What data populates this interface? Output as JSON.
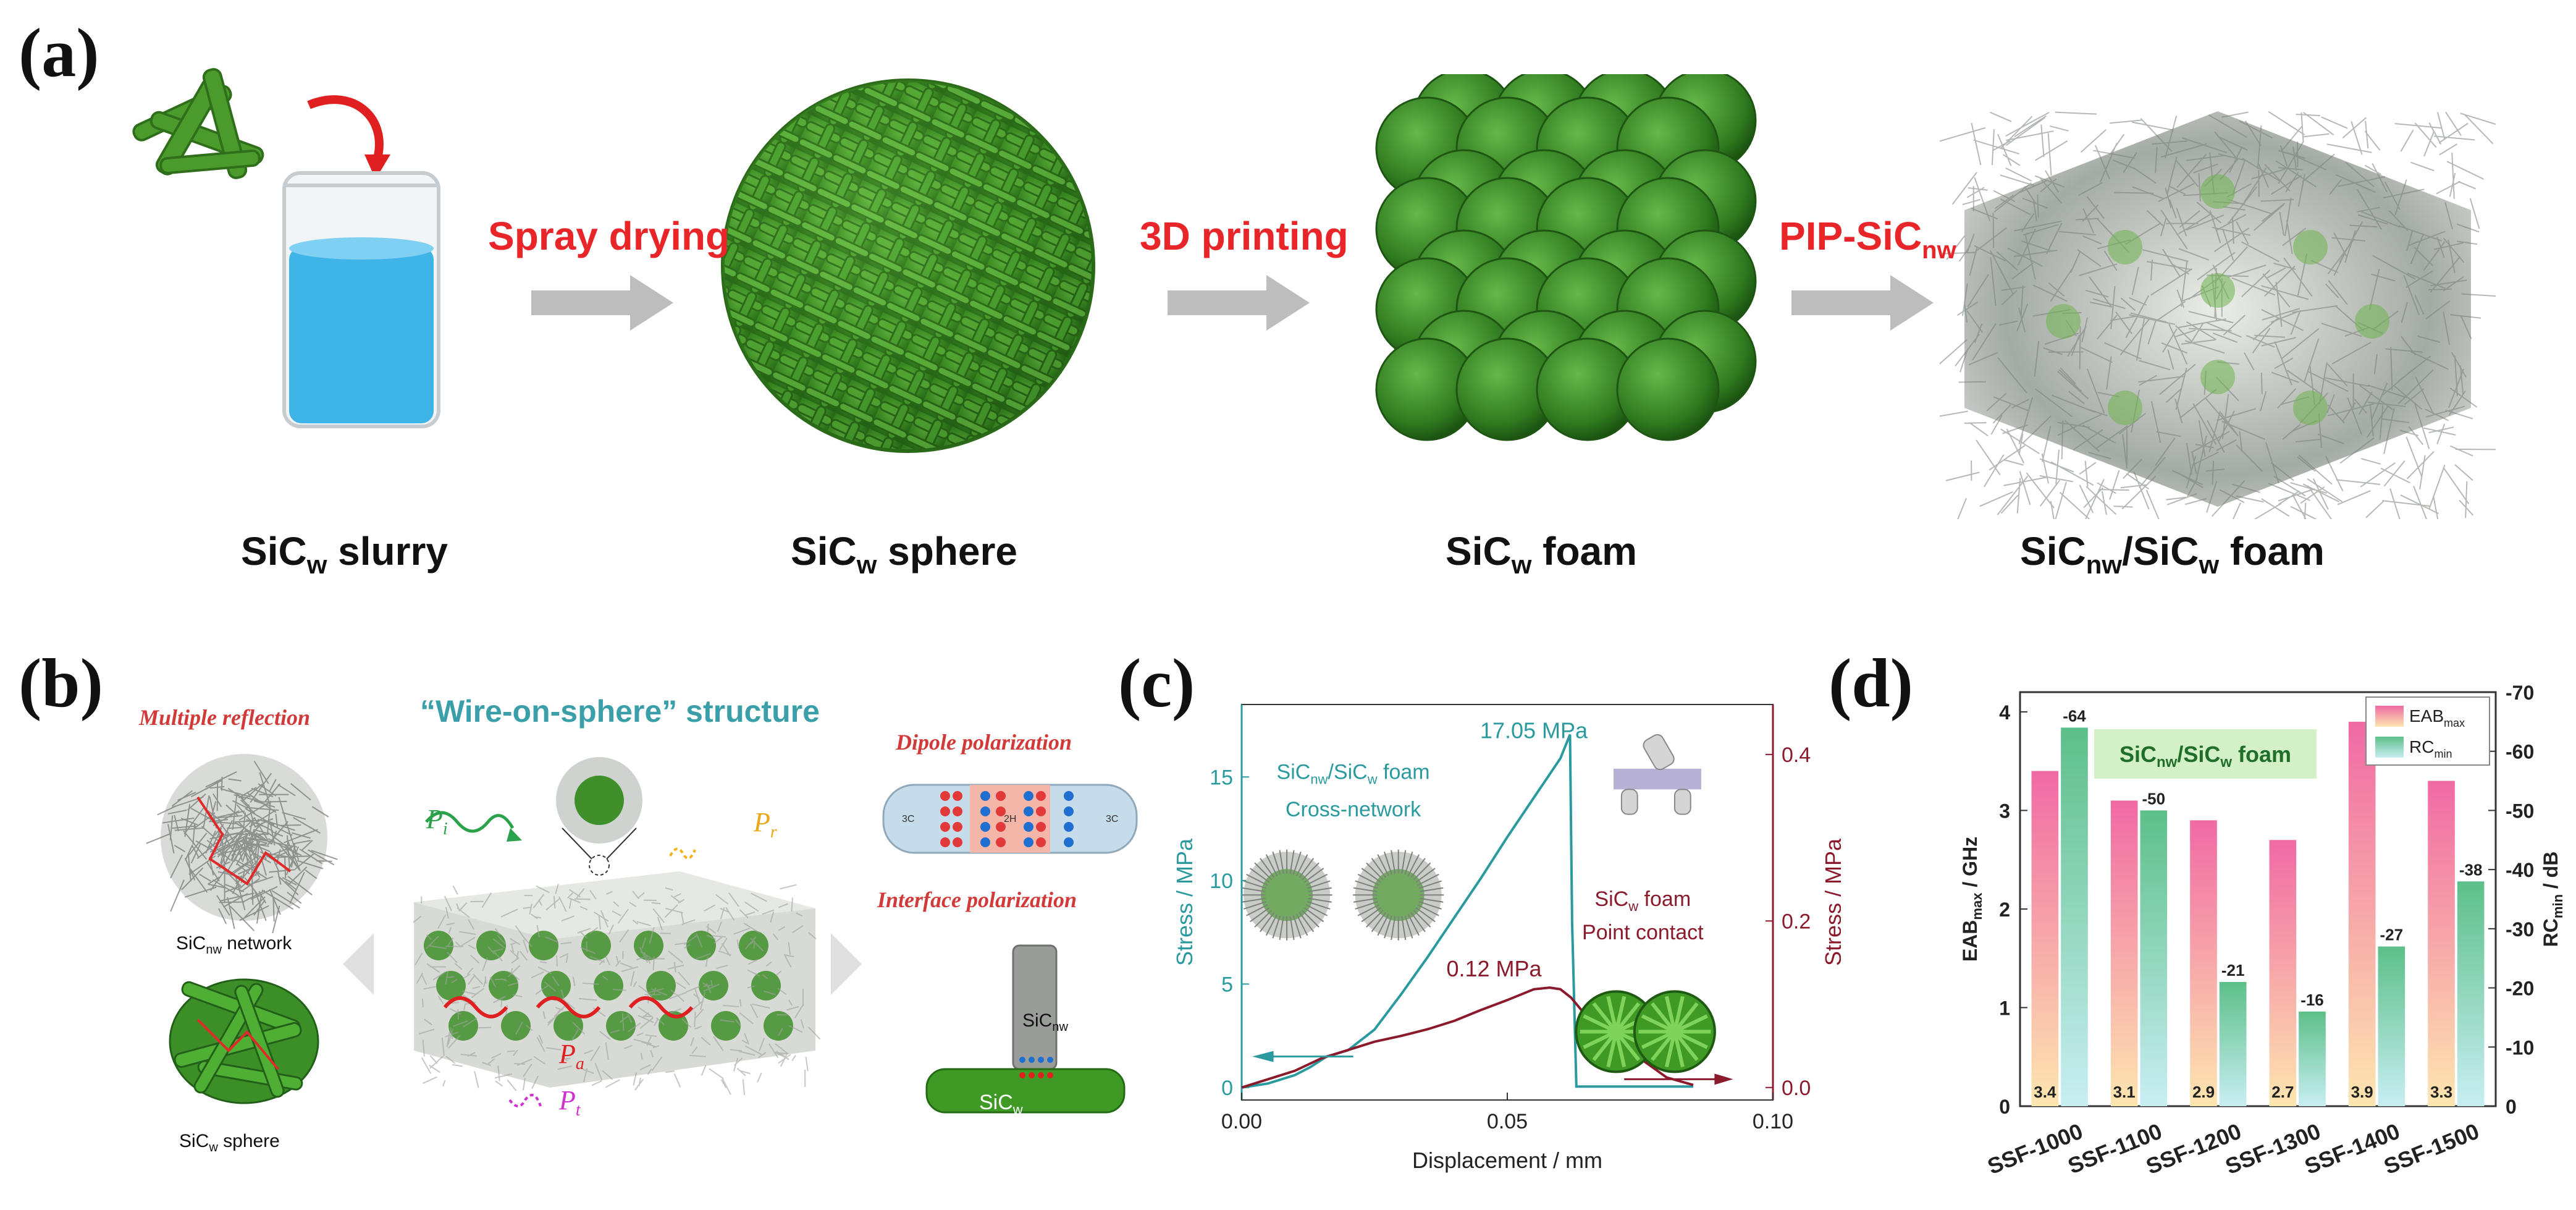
{
  "panel_a": {
    "label": "(a)",
    "steps": [
      "Spray drying",
      "3D printing",
      "PIP-SiC",
      "nw"
    ],
    "captions": [
      {
        "main": "SiC",
        "sub": "w",
        "tail": " slurry"
      },
      {
        "main": "SiC",
        "sub": "w",
        "tail": " sphere"
      },
      {
        "main": "SiC",
        "sub": "w",
        "tail": " foam"
      },
      {
        "main": "SiC",
        "sub": "nw",
        "mid": "/SiC",
        "sub2": "w",
        "tail": " foam"
      }
    ]
  },
  "panel_b": {
    "label": "(b)",
    "title": "“Wire-on-sphere” structure",
    "multiple_reflection": "Multiple reflection",
    "dipole_polarization": "Dipole polarization",
    "interface_polarization": "Interface polarization",
    "network_caption": {
      "main": "SiC",
      "sub": "nw",
      "tail": " network"
    },
    "sphere_caption": {
      "main": "SiC",
      "sub": "w",
      "tail": " sphere"
    },
    "pi": "P",
    "pi_sub": "i",
    "pr": "P",
    "pr_sub": "r",
    "pa": "P",
    "pa_sub": "a",
    "pt": "P",
    "pt_sub": "t",
    "sicnw": {
      "main": "SiC",
      "sub": "nw"
    },
    "sicw": {
      "main": "SiC",
      "sub": "w"
    },
    "band_labels": [
      "3C",
      "2H",
      "3C"
    ]
  },
  "panel_c": {
    "label": "(c)",
    "chart_data": {
      "type": "line",
      "xlabel": "Displacement / mm",
      "ylabel_left": "Stress / MPa",
      "ylabel_right": "Stress / MPa",
      "xlim": [
        0.0,
        0.1
      ],
      "ylim_left": [
        -0.6,
        18.5
      ],
      "ylim_right": [
        -0.015,
        0.46
      ],
      "x_ticks": [
        "0.00",
        "0.05",
        "0.10"
      ],
      "y_ticks_left": [
        "0",
        "5",
        "10",
        "15"
      ],
      "y_ticks_right": [
        "0.0",
        "0.2",
        "0.4"
      ],
      "series": [
        {
          "name": "SiCnw/SiCw foam",
          "axis": "left",
          "color": "#2a9a9e",
          "x": [
            0.0,
            0.005,
            0.01,
            0.013,
            0.016,
            0.02,
            0.025,
            0.03,
            0.035,
            0.04,
            0.045,
            0.05,
            0.055,
            0.06,
            0.0618,
            0.0622,
            0.063,
            0.07,
            0.08,
            0.085
          ],
          "y": [
            0.0,
            0.2,
            0.6,
            1.0,
            1.5,
            1.8,
            2.8,
            4.5,
            6.3,
            8.2,
            10.1,
            12.1,
            14.0,
            15.9,
            17.05,
            8.0,
            0.05,
            0.05,
            0.05,
            0.05
          ]
        },
        {
          "name": "SiCw foam",
          "axis": "right",
          "color": "#8a1a2c",
          "x": [
            0.0,
            0.005,
            0.01,
            0.015,
            0.02,
            0.025,
            0.03,
            0.035,
            0.04,
            0.045,
            0.05,
            0.055,
            0.058,
            0.06,
            0.062,
            0.065,
            0.07,
            0.075,
            0.08,
            0.085
          ],
          "y": [
            0.0,
            0.01,
            0.02,
            0.035,
            0.045,
            0.055,
            0.062,
            0.07,
            0.08,
            0.093,
            0.105,
            0.118,
            0.12,
            0.118,
            0.108,
            0.085,
            0.06,
            0.035,
            0.012,
            0.003
          ]
        }
      ],
      "annotations": {
        "peak_blue": "17.05 MPa",
        "peak_red": "0.12 MPa",
        "blue_name_1": "SiC",
        "blue_name_sub1": "nw",
        "blue_name_2": "/SiC",
        "blue_name_sub2": "w",
        "blue_name_3": " foam",
        "blue_desc": "Cross-network",
        "red_name_1": "SiC",
        "red_name_sub": "w",
        "red_name_2": " foam",
        "red_desc": "Point contact"
      }
    }
  },
  "panel_d": {
    "label": "(d)",
    "chart_data": {
      "type": "bar",
      "title_box": {
        "main": "SiC",
        "sub": "nw",
        "mid": "/SiC",
        "sub2": "w",
        "tail": " foam"
      },
      "categories": [
        "SSF-1000",
        "SSF-1100",
        "SSF-1200",
        "SSF-1300",
        "SSF-1400",
        "SSF-1500"
      ],
      "ylabel_left": {
        "main": "EAB",
        "sub": "max",
        "tail": " / GHz"
      },
      "ylabel_right": {
        "main": "RC",
        "sub": "min",
        "tail": " / dB"
      },
      "ylim_left": [
        0,
        4.2
      ],
      "ylim_right": [
        0,
        -70
      ],
      "y_ticks_left": [
        "0",
        "1",
        "2",
        "3",
        "4"
      ],
      "y_ticks_right": [
        "0",
        "-10",
        "-20",
        "-30",
        "-40",
        "-50",
        "-60",
        "-70"
      ],
      "series": [
        {
          "name": "EAB",
          "sub": "max",
          "axis": "left",
          "values": [
            3.4,
            3.1,
            2.9,
            2.7,
            3.9,
            3.3
          ],
          "labels": [
            "3.4",
            "3.1",
            "2.9",
            "2.7",
            "3.9",
            "3.3"
          ],
          "top_color": "#f06aa4",
          "bottom_color": "#fde6b0"
        },
        {
          "name": "RC",
          "sub": "min",
          "axis": "right",
          "values": [
            -64,
            -50,
            -21,
            -16,
            -27,
            -38
          ],
          "labels": [
            "-64",
            "-50",
            "-21",
            "-16",
            "-27",
            "-38"
          ],
          "top_color": "#5dbf8a",
          "bottom_color": "#c9eef2"
        }
      ],
      "legend": "top-right"
    }
  }
}
